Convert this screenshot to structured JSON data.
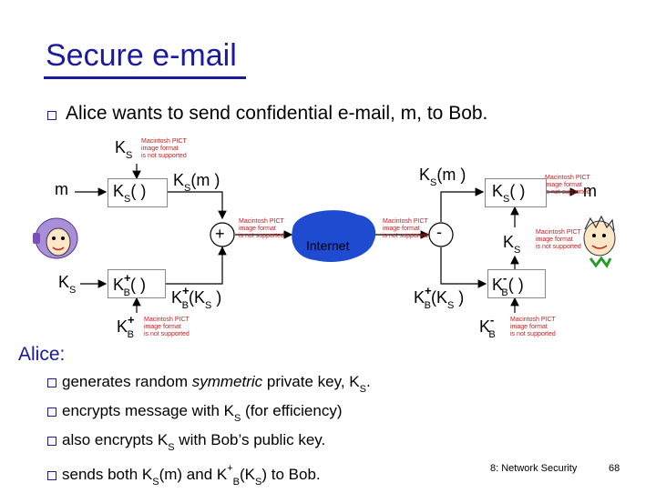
{
  "title": "Secure e-mail",
  "intro_bullet": "Alice wants to send confidential e-mail, m, to Bob.",
  "diagram": {
    "ks_top": "K",
    "ks_top_sub": "S",
    "m_left": "m",
    "ks_enc_label": "K",
    "ks_enc_sub": "S",
    "ks_enc_arg": "( )",
    "ksm_left": "K",
    "ksm_left_sub": "S",
    "ksm_left_arg": "(m )",
    "plus_symbol": "+",
    "ks_left": "K",
    "ks_left_sub": "S",
    "kb_enc_label": "K",
    "kb_enc_sub": "B",
    "kb_enc_sup": "+",
    "kb_enc_arg": "( )",
    "kb_ks_left": "K",
    "kb_ks_left_sup": "+",
    "kb_ks_left_sub": "B",
    "kb_ks_left_arg": "(K",
    "kb_ks_left_arg_sub": "S",
    "kb_ks_left_close": " )",
    "kb_plus": "K",
    "kb_plus_sub": "B",
    "kb_plus_sup": "+",
    "internet": "Internet",
    "ksm_right": "K",
    "ksm_right_sub": "S",
    "ksm_right_arg": "(m )",
    "minus_symbol": "-",
    "ks_dec_label": "K",
    "ks_dec_sub": "S",
    "ks_dec_arg": "( )",
    "m_right": "m",
    "ks_right": "K",
    "ks_right_sub": "S",
    "kb_ks_right": "K",
    "kb_ks_right_sup": "+",
    "kb_ks_right_sub": "B",
    "kb_ks_right_arg": "(K",
    "kb_ks_right_arg_sub": "S",
    "kb_ks_right_close": " )",
    "kb_dec_label": "K",
    "kb_dec_sub": "B",
    "kb_dec_sup": "-",
    "kb_dec_arg": "( )",
    "kb_minus": "K",
    "kb_minus_sub": "B",
    "kb_minus_sup": "-",
    "pict_text": "Macintosh PICT\nimage format\nis not supported"
  },
  "alice_heading": "Alice:",
  "alice_list": [
    {
      "pre": "generates random ",
      "em": "symmetric",
      "post": " private key, K",
      "sub": "S",
      "tail": "."
    },
    {
      "pre": "encrypts message with K",
      "sub": "S",
      "post": " (for efficiency)"
    },
    {
      "pre": "also encrypts K",
      "sub": "S",
      "post": " with Bob’s public key."
    },
    {
      "pre": "sends both K",
      "sub": "S",
      "mid": "(m) and K",
      "sup": "+",
      "sub2": "B",
      "mid2": "(K",
      "sub3": "S",
      "post": ") to Bob."
    }
  ],
  "footer": "8: Network Security",
  "page_number": "68"
}
